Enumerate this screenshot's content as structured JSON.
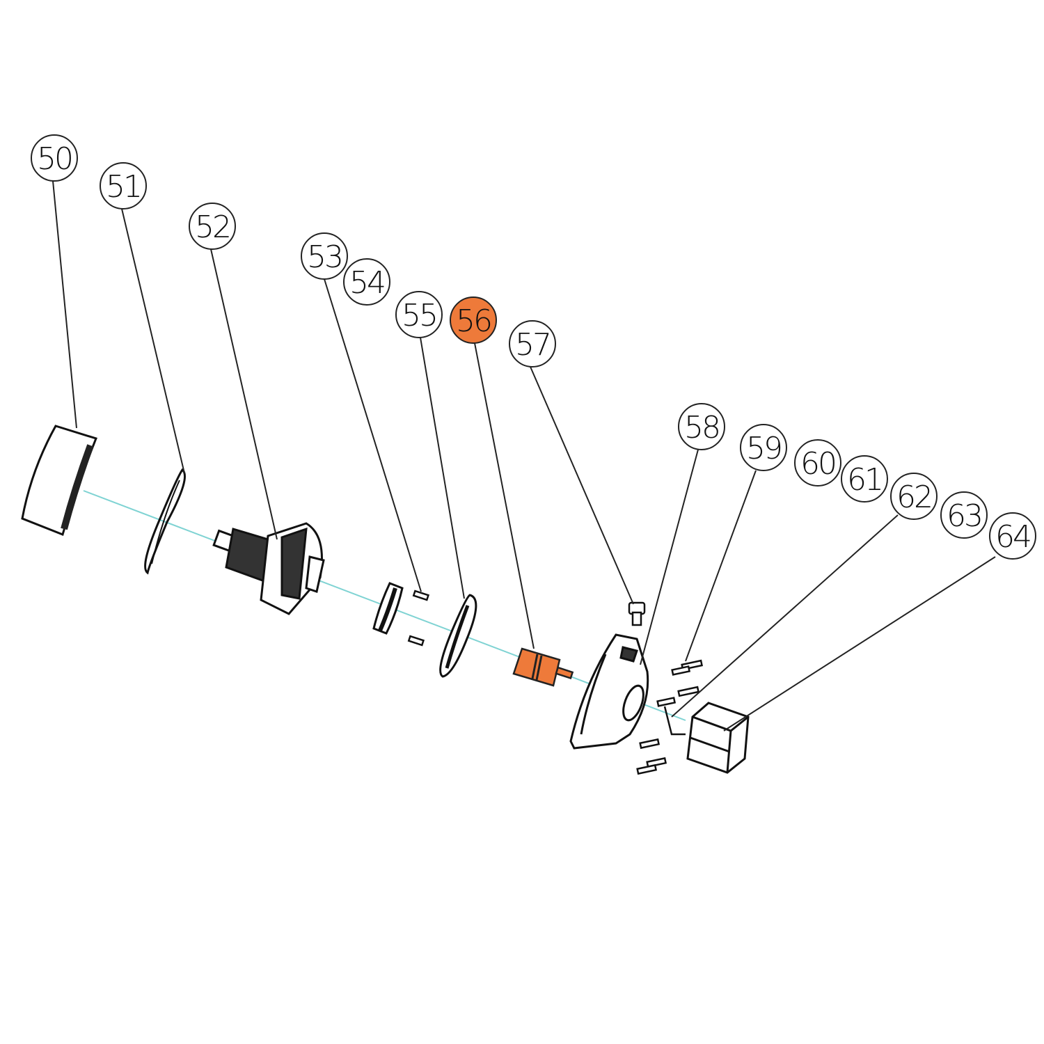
{
  "diagram": {
    "type": "exploded-parts-view",
    "highlight_color": "#ee7a3a",
    "axis_color": "#7fd3d3",
    "callouts": [
      {
        "label": "50",
        "highlighted": false
      },
      {
        "label": "51",
        "highlighted": false
      },
      {
        "label": "52",
        "highlighted": false
      },
      {
        "label": "53",
        "highlighted": false
      },
      {
        "label": "54",
        "highlighted": false
      },
      {
        "label": "55",
        "highlighted": false
      },
      {
        "label": "56",
        "highlighted": true
      },
      {
        "label": "57",
        "highlighted": false
      },
      {
        "label": "58",
        "highlighted": false
      },
      {
        "label": "59",
        "highlighted": false
      },
      {
        "label": "60",
        "highlighted": false
      },
      {
        "label": "61",
        "highlighted": false
      },
      {
        "label": "62",
        "highlighted": false
      },
      {
        "label": "63",
        "highlighted": false
      },
      {
        "label": "64",
        "highlighted": false
      }
    ]
  }
}
